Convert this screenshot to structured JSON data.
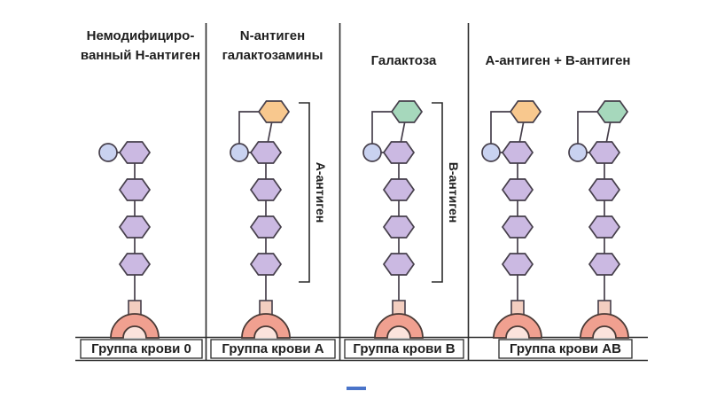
{
  "slide": {
    "accent_bar_color": "#4a74c9",
    "background": "#ffffff"
  },
  "colors": {
    "purple_hexagon": "#cbb9e2",
    "blue_circle": "#c9d2f0",
    "orange_hexagon": "#f8c88e",
    "green_hexagon": "#a6d8bc",
    "membrane_fill": "#f0a090",
    "membrane_inner": "#fbe3dc",
    "stem_fill": "#f3cec0",
    "outline": "#463f4b"
  },
  "panels": [
    {
      "title_lines": [
        "Немодифициро-",
        "ванный Н-антиген"
      ],
      "blood_group_label": "Группа крови 0"
    },
    {
      "title_lines": [
        "N-антиген",
        "галактозамины"
      ],
      "bracket_label": "А-антиген",
      "blood_group_label": "Группа крови А"
    },
    {
      "title_lines": [
        "Галактоза"
      ],
      "bracket_label": "В-антиген",
      "blood_group_label": "Группа крови В"
    },
    {
      "title_lines": [
        "А-антиген + В-антиген"
      ],
      "blood_group_label": "Группа крови АВ"
    }
  ]
}
